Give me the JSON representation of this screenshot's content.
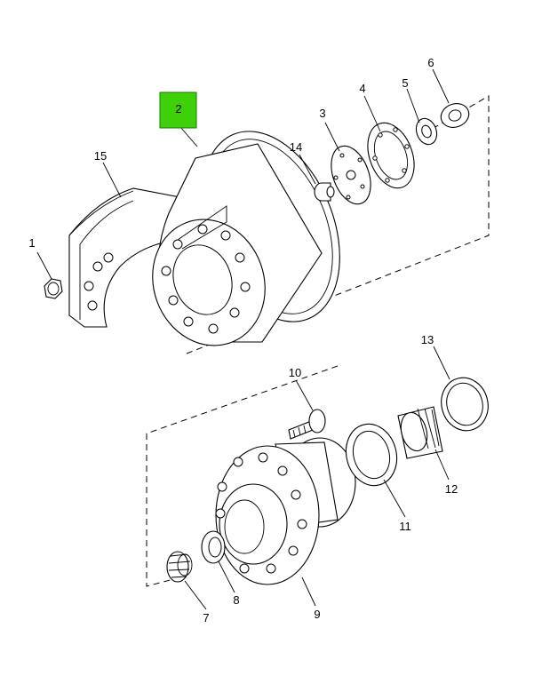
{
  "diagram": {
    "highlighted_part": "2",
    "highlight_color": "#3ed10a",
    "callouts": {
      "c1": "1",
      "c2": "2",
      "c3": "3",
      "c4": "4",
      "c5": "5",
      "c6": "6",
      "c7": "7",
      "c8": "8",
      "c9": "9",
      "c10": "10",
      "c11": "11",
      "c12": "12",
      "c13": "13",
      "c14": "14",
      "c15": "15"
    }
  }
}
